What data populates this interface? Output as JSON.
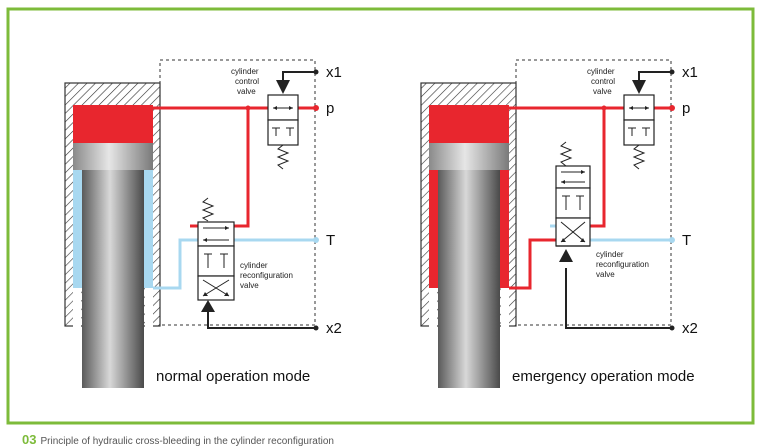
{
  "colors": {
    "frame": "#7dbb3a",
    "pressure": "#e8262e",
    "tank": "#a8d8f0",
    "control": "#222222"
  },
  "ports": {
    "x1": "x1",
    "p": "p",
    "t": "T",
    "x2": "x2"
  },
  "normal": {
    "mode_label": "normal operation mode",
    "control_valve_label": [
      "cylinder",
      "control",
      "valve"
    ],
    "reconfig_valve_label": [
      "cylinder",
      "reconfiguration",
      "valve"
    ]
  },
  "emergency": {
    "mode_label": "emergency operation mode",
    "control_valve_label": [
      "cylinder",
      "control",
      "valve"
    ],
    "reconfig_valve_label": [
      "cylinder",
      "reconfiguration",
      "valve"
    ]
  },
  "caption": {
    "number": "03",
    "text": "Principle of hydraulic cross-bleeding in the cylinder reconfiguration"
  }
}
